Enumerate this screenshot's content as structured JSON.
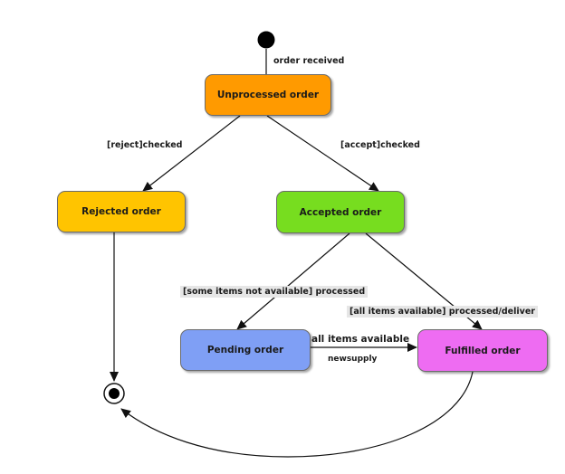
{
  "states": {
    "unprocessed": {
      "label": "Unprocessed order",
      "color": "#ff9a00"
    },
    "rejected": {
      "label": "Rejected order",
      "color": "#ffc400"
    },
    "accepted": {
      "label": "Accepted order",
      "color": "#77dd1f"
    },
    "pending": {
      "label": "Pending order",
      "color": "#7f9ff5"
    },
    "fulfilled": {
      "label": "Fulfilled order",
      "color": "#ee6cf2"
    }
  },
  "transitions": {
    "order_received": "order received",
    "reject_checked": "[reject]checked",
    "accept_checked": "[accept]checked",
    "some_items_not_available": "[some items not available] processed",
    "all_items_available_processed": "[all items available] processed/deliver",
    "all_items_available": "all items available",
    "newsupply": "newsupply"
  },
  "nodes": {
    "initial": "initial-state",
    "final": "final-state"
  }
}
